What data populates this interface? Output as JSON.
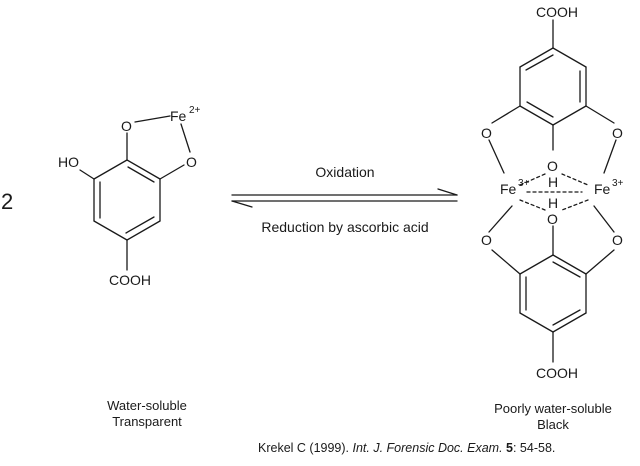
{
  "figure": {
    "coefficient": "2",
    "reactant": {
      "atoms": {
        "o1": "O",
        "o2": "O",
        "fe": "Fe",
        "fe_charge": "2+",
        "ho": "HO",
        "cooh": "COOH"
      },
      "caption_line1": "Water-soluble",
      "caption_line2": "Transparent"
    },
    "reaction": {
      "forward_label": "Oxidation",
      "reverse_label": "Reduction by ascorbic acid"
    },
    "product": {
      "atoms": {
        "cooh_top": "COOH",
        "cooh_bottom": "COOH",
        "o_ul": "O",
        "o_ur": "O",
        "o_mu": "O",
        "o_md": "O",
        "o_ll": "O",
        "o_lr": "O",
        "h_up": "H",
        "h_down": "H",
        "fe_left": "Fe",
        "fe_right": "Fe",
        "fe_charge": "3+"
      },
      "caption_line1": "Poorly water-soluble",
      "caption_line2": "Black"
    },
    "citation": {
      "authors": "Krekel C (1999).",
      "journal": "Int. J. Forensic Doc. Exam.",
      "volume": "5",
      "pages": ": 54-58."
    }
  }
}
